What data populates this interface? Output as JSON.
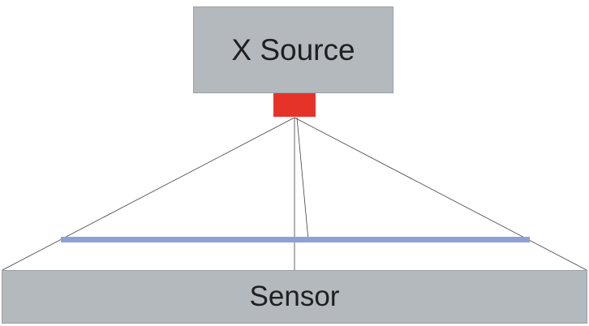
{
  "diagram": {
    "source_label": "X Source",
    "sensor_label": "Sensor",
    "elements": {
      "focal_spot": "x-ray focal spot (red emitter)",
      "object_plane": "object plane bar (blue)",
      "beam_lines": "cone beam projection lines from focal spot to sensor"
    }
  },
  "colors": {
    "box_fill": "#b4b9be",
    "box_border": "#9aa0a5",
    "focal_spot_red": "#e6332a",
    "object_plane_blue": "#8ea0d6",
    "beam_line": "#404040",
    "label_text": "#202020"
  }
}
